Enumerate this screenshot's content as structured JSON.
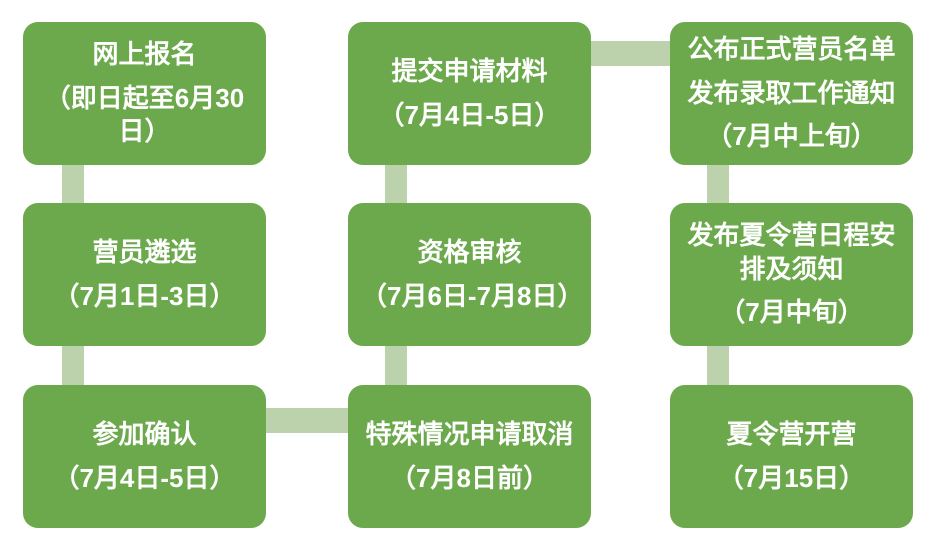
{
  "colors": {
    "box-green": "#6CA94C",
    "connector-green": "#BCD2AD",
    "text-white": "#FFFFFF",
    "background": "#FFFFFF"
  },
  "nodes": [
    {
      "id": "online-registration",
      "title_lines": [
        "网上报名"
      ],
      "date": "（即日起至6月30日）"
    },
    {
      "id": "submit-application-materials",
      "title_lines": [
        "提交申请材料"
      ],
      "date": "（7月4日-5日）"
    },
    {
      "id": "announce-camper-list",
      "title_lines": [
        "公布正式营员名单",
        "发布录取工作通知"
      ],
      "date": "（7月中上旬）"
    },
    {
      "id": "camper-selection",
      "title_lines": [
        "营员遴选"
      ],
      "date": "（7月1日-3日）"
    },
    {
      "id": "qualification-review",
      "title_lines": [
        "资格审核"
      ],
      "date": "（7月6日-7月8日）"
    },
    {
      "id": "publish-camp-schedule",
      "title_lines": [
        "发布夏令营日程安排及须知"
      ],
      "date": "（7月中旬）"
    },
    {
      "id": "participation-confirmation",
      "title_lines": [
        "参加确认"
      ],
      "date": "（7月4日-5日）"
    },
    {
      "id": "special-case-cancellation",
      "title_lines": [
        "特殊情况申请取消"
      ],
      "date": "（7月8日前）"
    },
    {
      "id": "camp-opening",
      "title_lines": [
        "夏令营开营"
      ],
      "date": "（7月15日）"
    }
  ],
  "connectors": [
    {
      "between": [
        "online-registration",
        "camper-selection"
      ],
      "orientation": "vertical"
    },
    {
      "between": [
        "camper-selection",
        "participation-confirmation"
      ],
      "orientation": "vertical"
    },
    {
      "between": [
        "participation-confirmation",
        "special-case-cancellation"
      ],
      "orientation": "horizontal"
    },
    {
      "between": [
        "special-case-cancellation",
        "qualification-review"
      ],
      "orientation": "vertical"
    },
    {
      "between": [
        "qualification-review",
        "submit-application-materials"
      ],
      "orientation": "vertical"
    },
    {
      "between": [
        "submit-application-materials",
        "announce-camper-list"
      ],
      "orientation": "horizontal"
    },
    {
      "between": [
        "announce-camper-list",
        "publish-camp-schedule"
      ],
      "orientation": "vertical"
    },
    {
      "between": [
        "publish-camp-schedule",
        "camp-opening"
      ],
      "orientation": "vertical"
    }
  ]
}
